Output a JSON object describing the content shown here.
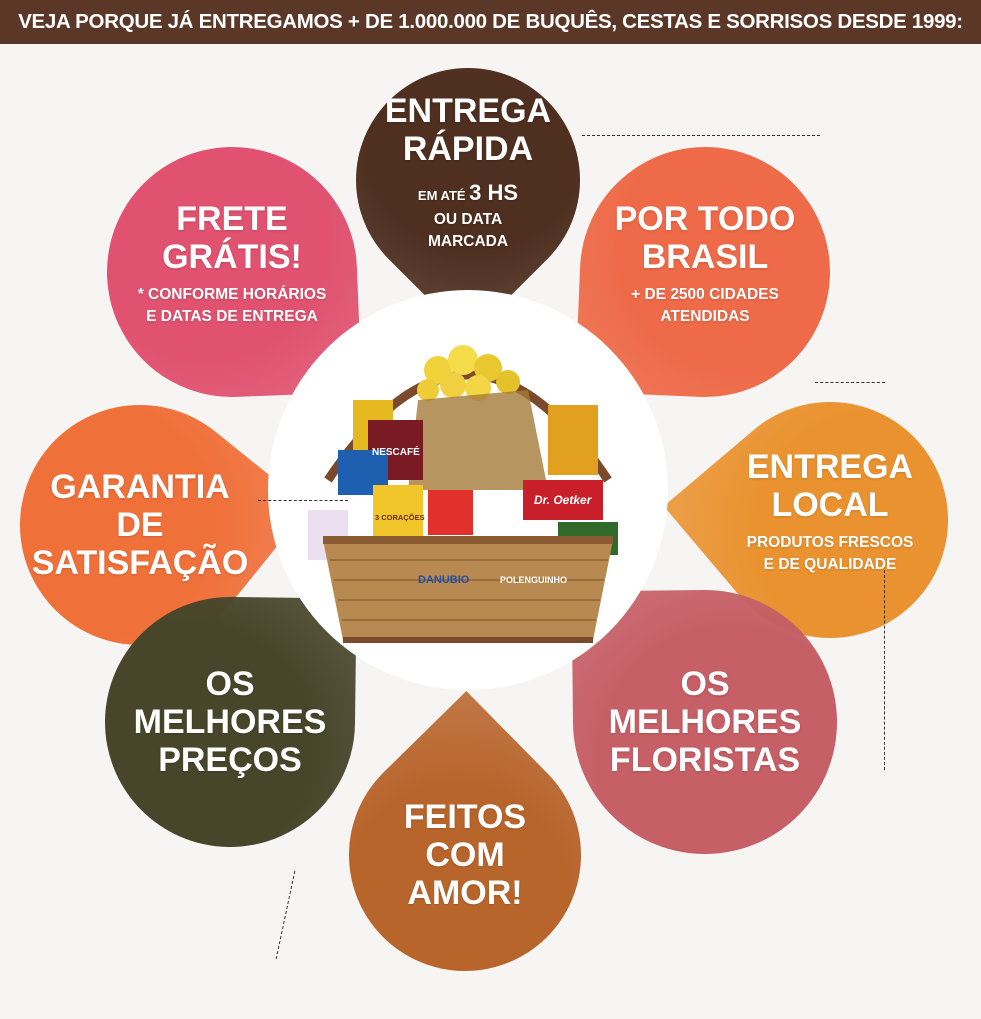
{
  "header": {
    "title": "VEJA PORQUE JÁ ENTREGAMOS + DE 1.000.000 DE BUQUÊS, CESTAS E SORRISOS DESDE 1999:"
  },
  "petals": [
    {
      "id": "entrega-rapida",
      "title_lines": [
        "ENTREGA",
        "RÁPIDA"
      ],
      "sub_prefix": "EM ATÉ ",
      "sub_emph": "3 HS",
      "sub_lines": [
        "OU DATA",
        "MARCADA"
      ],
      "color": "#4e2f20"
    },
    {
      "id": "frete-gratis",
      "title_lines": [
        "FRETE",
        "GRÁTIS!"
      ],
      "sub_lines": [
        "* CONFORME HORÁRIOS",
        "E DATAS DE ENTREGA"
      ],
      "color": "#e0526f"
    },
    {
      "id": "por-todo-brasil",
      "title_lines": [
        "POR TODO",
        "BRASIL"
      ],
      "sub_lines": [
        "+ DE 2500 CIDADES",
        "ATENDIDAS"
      ],
      "color": "#ee6a48"
    },
    {
      "id": "garantia",
      "title_lines": [
        "GARANTIA",
        "DE",
        "SATISFAÇÃO"
      ],
      "sub_lines": [],
      "color": "#f0703a"
    },
    {
      "id": "entrega-local",
      "title_lines": [
        "ENTREGA",
        "LOCAL"
      ],
      "sub_lines": [
        "PRODUTOS FRESCOS",
        "E DE QUALIDADE"
      ],
      "color": "#ea922f"
    },
    {
      "id": "melhores-precos",
      "title_lines": [
        "OS",
        "MELHORES",
        "PREÇOS"
      ],
      "sub_lines": [],
      "color": "#47452a"
    },
    {
      "id": "melhores-floristas",
      "title_lines": [
        "OS",
        "MELHORES",
        "FLORISTAS"
      ],
      "sub_lines": [],
      "color": "#c65f66"
    },
    {
      "id": "feitos-com-amor",
      "title_lines": [
        "FEITOS",
        "COM",
        "AMOR!"
      ],
      "sub_lines": [],
      "color": "#b8652c"
    }
  ],
  "basket": {
    "product_labels": [
      "NESCAFÉ",
      "DANUBIO",
      "POLENGUINHO",
      "3 CORAÇÕES",
      "Dr. Oetker"
    ]
  }
}
